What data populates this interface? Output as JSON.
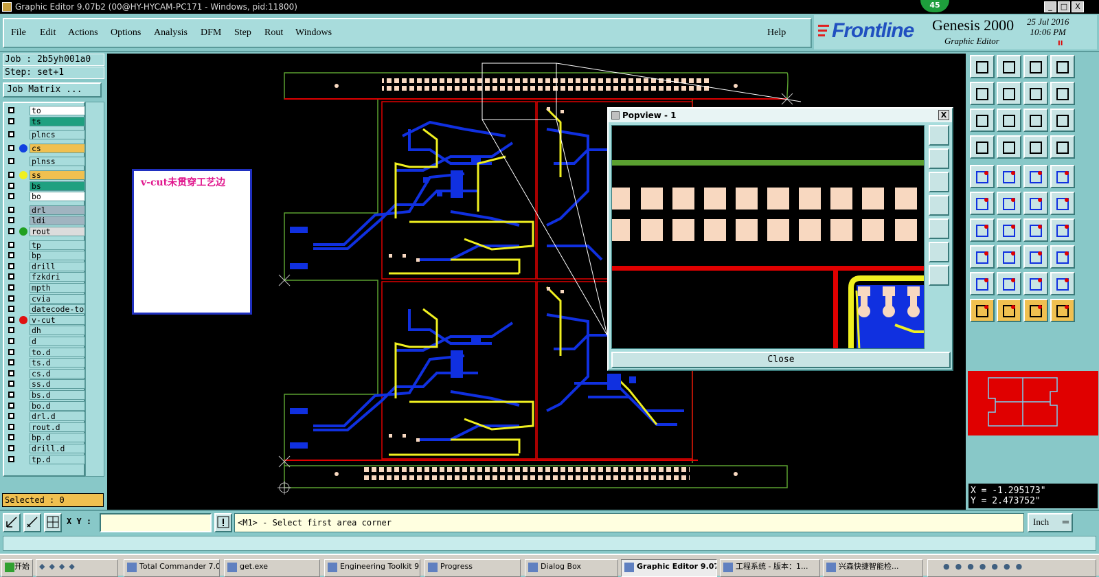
{
  "window": {
    "title": "Graphic Editor 9.07b2 (00@HY-HYCAM-PC171 - Windows, pid:11800)",
    "badge": "45",
    "controls": [
      "_",
      "□",
      "X"
    ]
  },
  "menu": {
    "items": [
      "File",
      "Edit",
      "Actions",
      "Options",
      "Analysis",
      "DFM",
      "Step",
      "Rout",
      "Windows"
    ],
    "help": "Help"
  },
  "brand": {
    "logo": "Frontline",
    "product": "Genesis 2000",
    "subtitle": "Graphic Editor",
    "date": "25 Jul 2016",
    "time": "10:06 PM",
    "pause": "II"
  },
  "job": {
    "job_label": "Job : 2b5yh001a0",
    "step_label": "Step: set+1",
    "job_matrix": "Job Matrix ..."
  },
  "layers": [
    {
      "name": "to",
      "bg": "#ffffff",
      "dot": ""
    },
    {
      "name": "ts",
      "bg": "#1fa080",
      "dot": ""
    },
    {
      "name": "plncs",
      "bg": "#a8dcdc",
      "dot": ""
    },
    {
      "name": "cs",
      "bg": "#f0c050",
      "dot": "#1040e0"
    },
    {
      "name": "plnss",
      "bg": "#a8dcdc",
      "dot": ""
    },
    {
      "name": "ss",
      "bg": "#f0c050",
      "dot": "#f0f020"
    },
    {
      "name": "bs",
      "bg": "#1fa080",
      "dot": ""
    },
    {
      "name": "bo",
      "bg": "#ffffff",
      "dot": ""
    },
    {
      "name": "drl",
      "bg": "#a0b4c0",
      "dot": ""
    },
    {
      "name": "ldi",
      "bg": "#a0b4c0",
      "dot": ""
    },
    {
      "name": "rout",
      "bg": "#dcdcdc",
      "dot": "#20a020"
    },
    {
      "name": "tp",
      "bg": "#a8dcdc",
      "dot": ""
    },
    {
      "name": "bp",
      "bg": "#a8dcdc",
      "dot": ""
    },
    {
      "name": "drill",
      "bg": "#a8dcdc",
      "dot": ""
    },
    {
      "name": "fzkdri",
      "bg": "#a8dcdc",
      "dot": ""
    },
    {
      "name": "mpth",
      "bg": "#a8dcdc",
      "dot": ""
    },
    {
      "name": "cvia",
      "bg": "#a8dcdc",
      "dot": ""
    },
    {
      "name": "datecode-to",
      "bg": "#a8dcdc",
      "dot": ""
    },
    {
      "name": "v-cut",
      "bg": "#a8dcdc",
      "dot": "#e01010"
    },
    {
      "name": "dh",
      "bg": "#a8dcdc",
      "dot": ""
    },
    {
      "name": "d",
      "bg": "#a8dcdc",
      "dot": ""
    },
    {
      "name": "to.d",
      "bg": "#a8dcdc",
      "dot": ""
    },
    {
      "name": "ts.d",
      "bg": "#a8dcdc",
      "dot": ""
    },
    {
      "name": "cs.d",
      "bg": "#a8dcdc",
      "dot": ""
    },
    {
      "name": "ss.d",
      "bg": "#a8dcdc",
      "dot": ""
    },
    {
      "name": "bs.d",
      "bg": "#a8dcdc",
      "dot": ""
    },
    {
      "name": "bo.d",
      "bg": "#a8dcdc",
      "dot": ""
    },
    {
      "name": "drl.d",
      "bg": "#a8dcdc",
      "dot": ""
    },
    {
      "name": "rout.d",
      "bg": "#a8dcdc",
      "dot": ""
    },
    {
      "name": "bp.d",
      "bg": "#a8dcdc",
      "dot": ""
    },
    {
      "name": "drill.d",
      "bg": "#a8dcdc",
      "dot": ""
    },
    {
      "name": "tp.d",
      "bg": "#a8dcdc",
      "dot": ""
    }
  ],
  "selected": "Selected : 0",
  "canvas": {
    "note": "v-cut未贯穿工艺边"
  },
  "popview": {
    "title": "Popview - 1",
    "close": "Close",
    "close_x": "X"
  },
  "coords": {
    "x": "X = -1.295173\"",
    "y": "Y = 2.473752\""
  },
  "command": {
    "xy_label": "X Y :",
    "xy_value": "",
    "prompt": "<M1> - Select first area corner",
    "unit": "Inch"
  },
  "taskbar": {
    "start": "开始",
    "tasks": [
      {
        "label": "Total Commander 7.0..."
      },
      {
        "label": "get.exe"
      },
      {
        "label": "Engineering Toolkit 9..."
      },
      {
        "label": "Progress"
      },
      {
        "label": "Dialog Box"
      },
      {
        "label": "Graphic Editor 9.07..."
      },
      {
        "label": "工程系统 - 版本：1..."
      },
      {
        "label": "兴森快捷智能检..."
      }
    ]
  },
  "colors": {
    "panel": "#88c8c8",
    "panel_light": "#a8dcdc",
    "trace": "#1030e0",
    "silk": "#f0f020",
    "outline": "#e00000",
    "pad": "#f8d8c0",
    "rout": "#5aa030"
  }
}
